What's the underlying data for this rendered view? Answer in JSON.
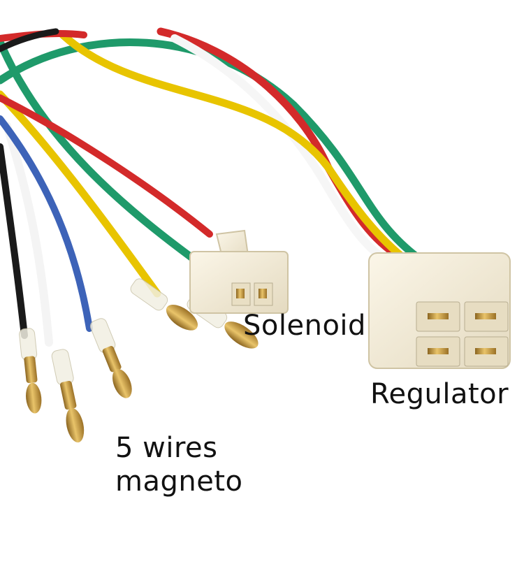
{
  "labels": {
    "solenoid": "Solenoid",
    "regulator": "Regulator",
    "magneto_line1": "5 wires",
    "magneto_line2": "magneto"
  },
  "colors": {
    "wire_green": "#1f9a6a",
    "wire_red": "#d32a2a",
    "wire_yellow": "#e8c400",
    "wire_white": "#f4f4f4",
    "wire_black": "#1a1a1a",
    "wire_blue": "#3d63b8",
    "connector_housing": "#f2ead4",
    "brass_pin": "#c99a35"
  }
}
